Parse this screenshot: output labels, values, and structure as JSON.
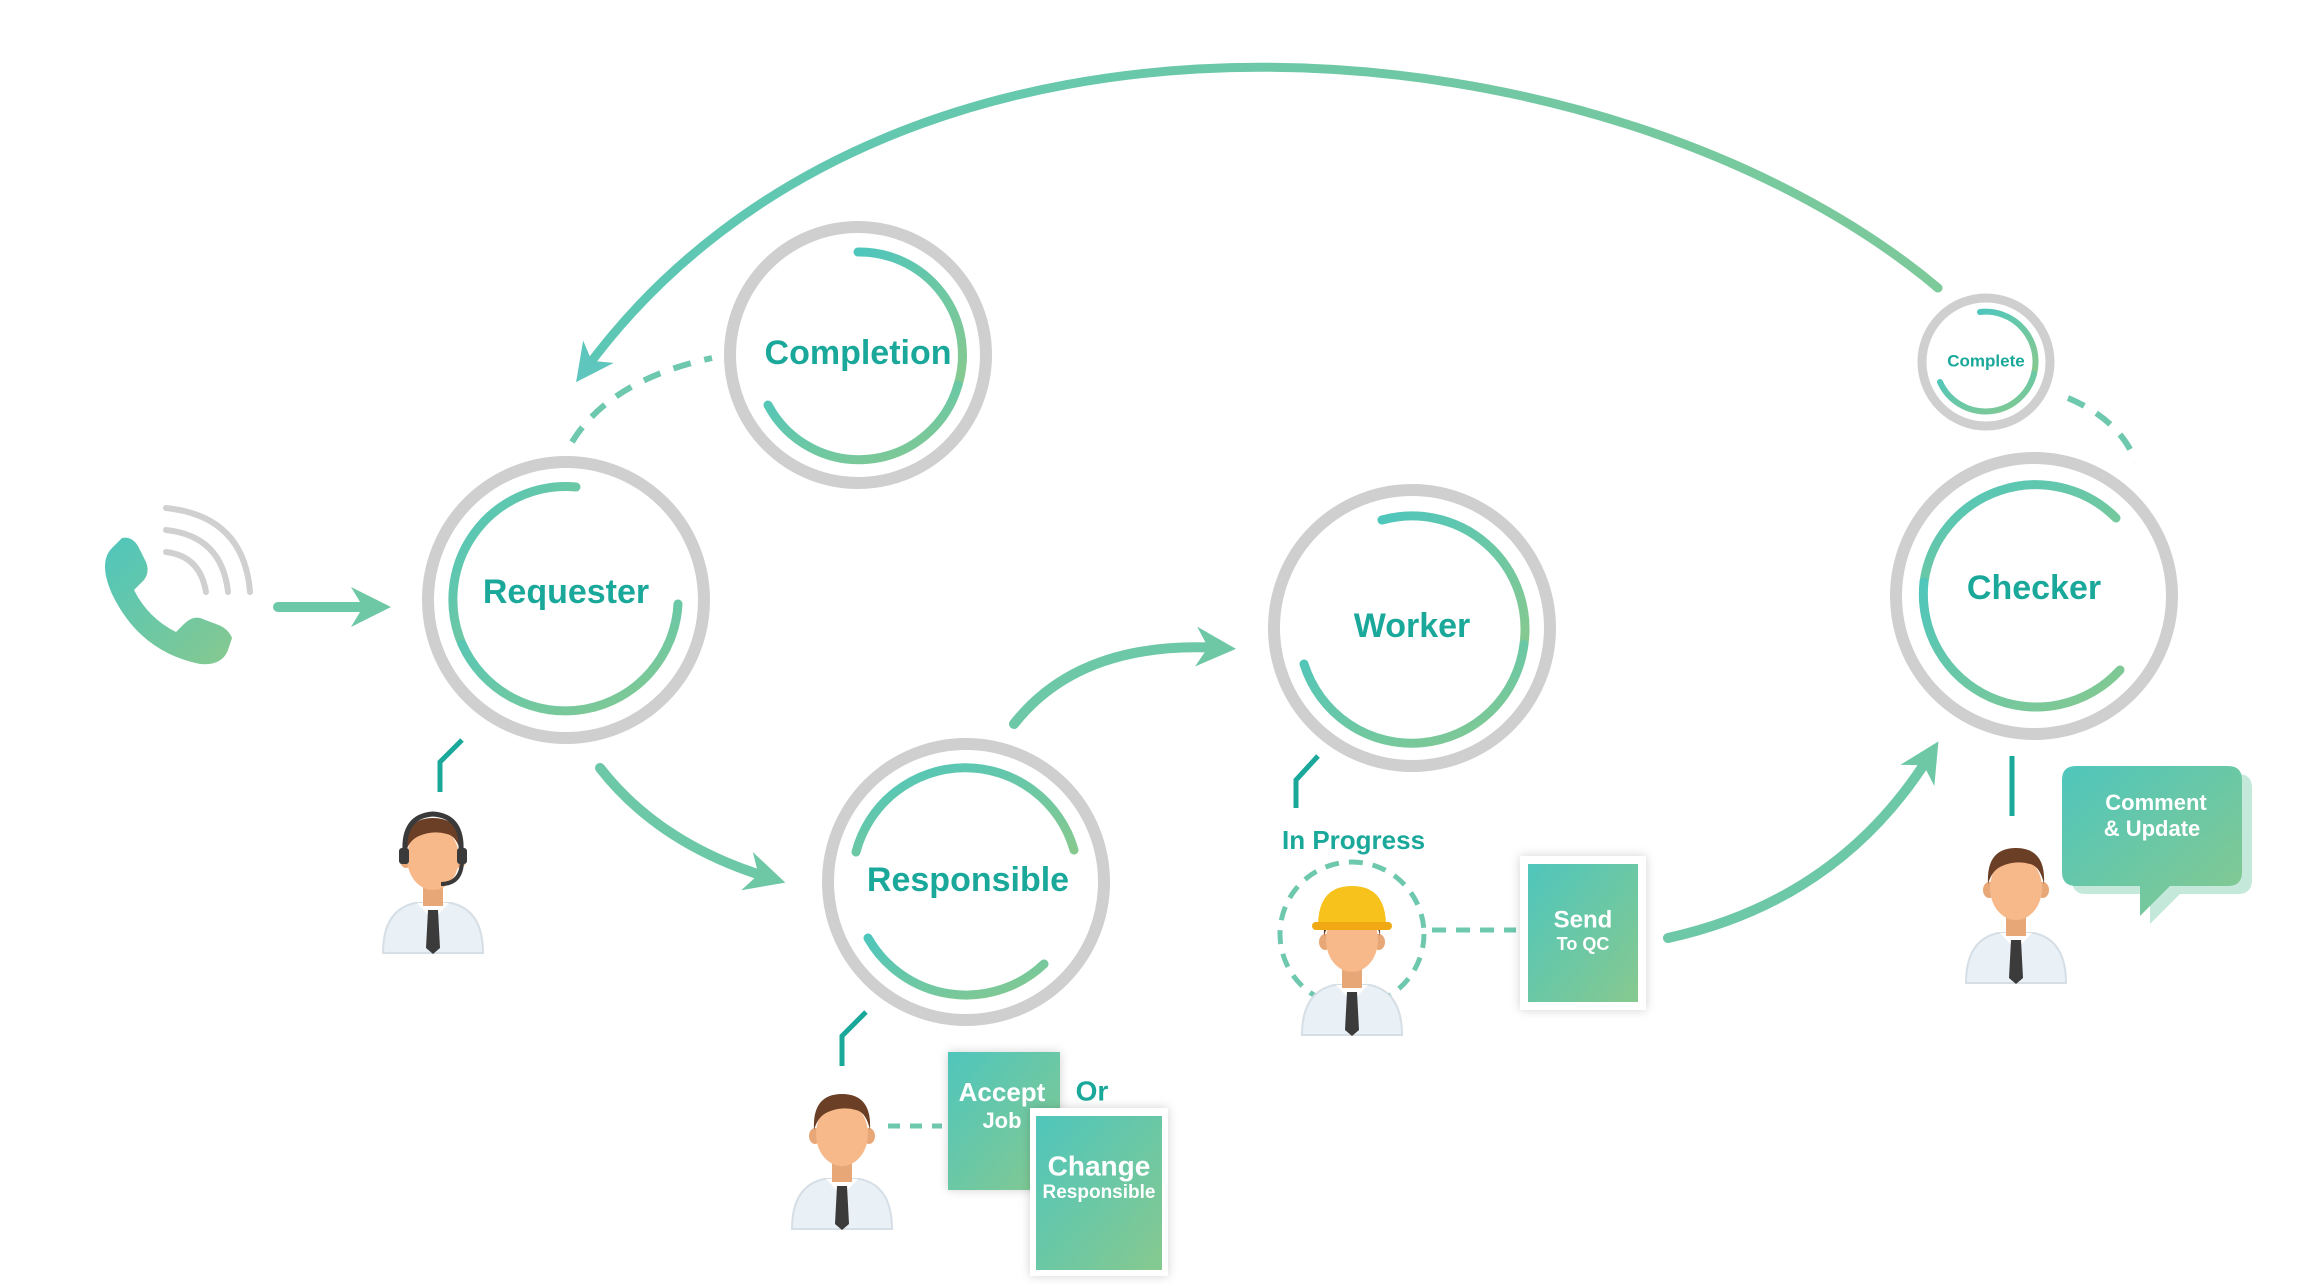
{
  "nodes": {
    "requester": "Requester",
    "responsible": "Responsible",
    "worker": "Worker",
    "checker": "Checker",
    "completion": "Completion",
    "complete": "Complete"
  },
  "status": {
    "in_progress": "In Progress"
  },
  "cards": {
    "accept_job_line1": "Accept",
    "accept_job_line2": "Job",
    "or": "Or",
    "change_line1": "Change",
    "change_line2": "Responsible",
    "send_line1": "Send",
    "send_line2": "To QC",
    "comment_line1": "Comment",
    "comment_line2": "& Update"
  },
  "icons": {
    "phone": "phone-icon",
    "requester_person": "agent-headset-icon",
    "responsible_person": "businessman-icon",
    "worker_person": "construction-worker-icon",
    "checker_person": "businessman-icon"
  },
  "colors": {
    "accent": "#1aa89a",
    "gradient_start": "#5ec8b8",
    "gradient_end": "#7fc893",
    "ring_gray": "#cfcfcf"
  }
}
